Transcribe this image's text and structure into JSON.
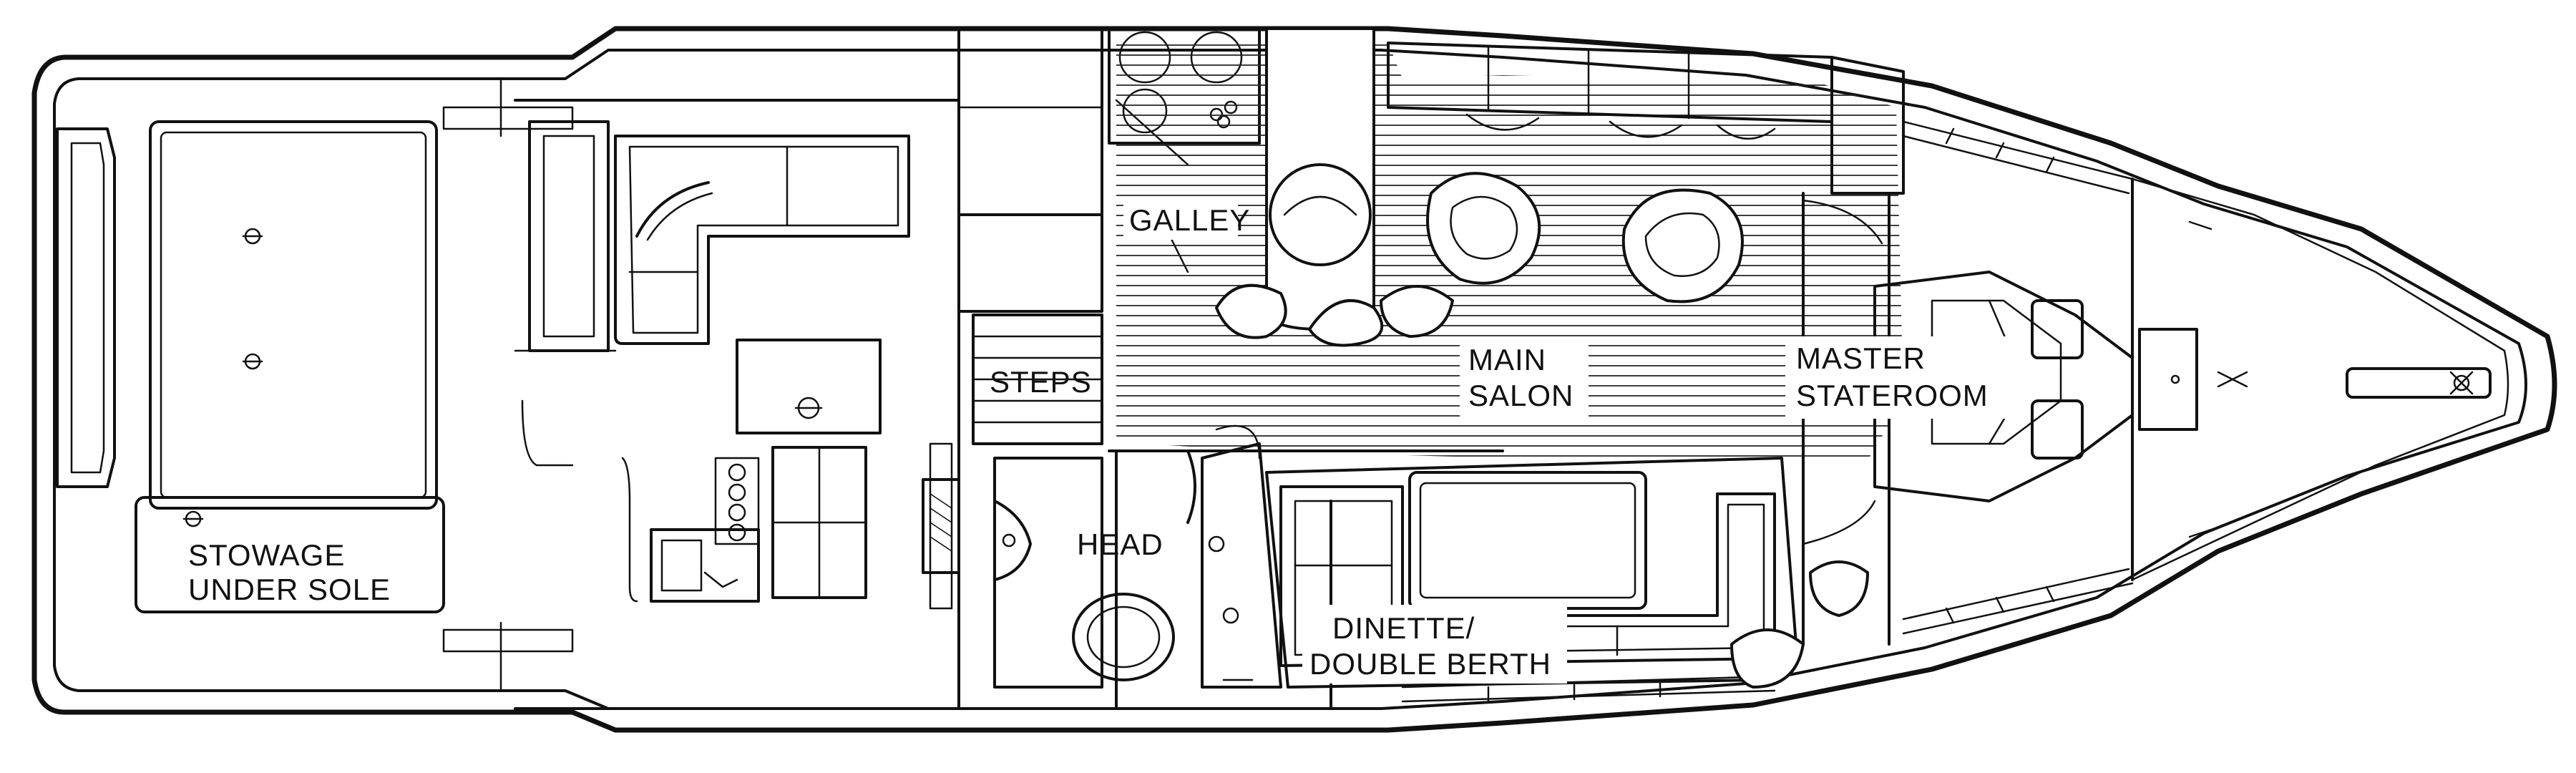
{
  "labels": {
    "stowage_line1": "STOWAGE",
    "stowage_line2": "UNDER SOLE",
    "steps": "STEPS",
    "galley": "GALLEY",
    "head": "HEAD",
    "main_salon_line1": "MAIN",
    "main_salon_line2": "SALON",
    "master_line1": "MASTER",
    "master_line2": "STATEROOM",
    "dinette_line1": "DINETTE/",
    "dinette_line2": "DOUBLE BERTH"
  },
  "colors": {
    "ink": "#111111",
    "paper": "#ffffff"
  }
}
